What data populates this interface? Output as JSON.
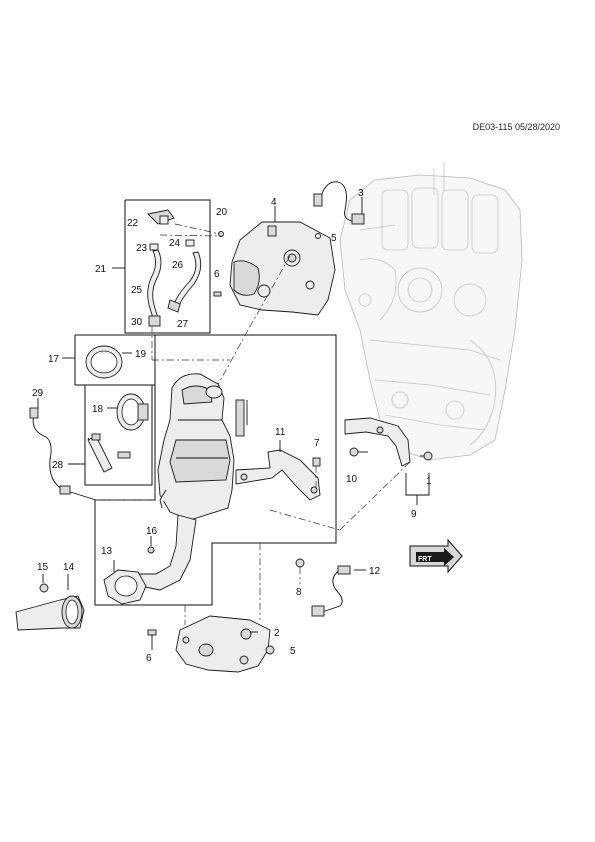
{
  "header": {
    "doc_id": "DE03-115 05/28/2020"
  },
  "callouts": {
    "c1": "1",
    "c2": "2",
    "c3": "3",
    "c4": "4",
    "c5a": "5",
    "c5b": "5",
    "c6a": "6",
    "c6b": "6",
    "c7": "7",
    "c8": "8",
    "c9": "9",
    "c10": "10",
    "c11": "11",
    "c12": "12",
    "c13": "13",
    "c14": "14",
    "c15": "15",
    "c16": "16",
    "c17": "17",
    "c18": "18",
    "c19": "19",
    "c20": "20",
    "c21": "21",
    "c22": "22",
    "c23": "23",
    "c24": "24",
    "c25": "25",
    "c26": "26",
    "c27": "27",
    "c28": "28",
    "c29": "29",
    "c30": "30"
  },
  "front_marker": {
    "label": "FRT",
    "icon": "front-arrow-icon"
  }
}
